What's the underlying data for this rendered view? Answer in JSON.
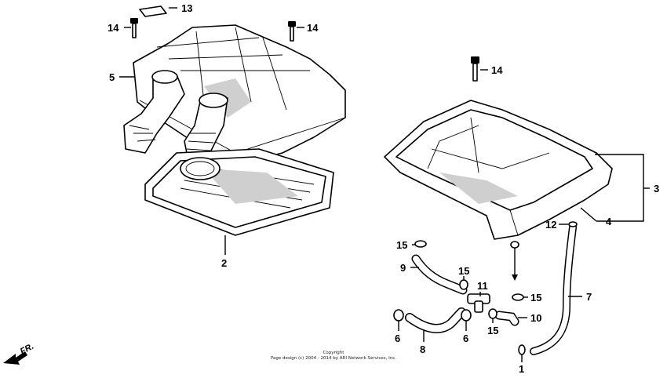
{
  "callouts": {
    "c1": "1",
    "c3": "3",
    "c4": "4",
    "c5": "5",
    "c2": "2",
    "c6a": "6",
    "c6b": "6",
    "c7": "7",
    "c8": "8",
    "c9": "9",
    "c10": "10",
    "c11": "11",
    "c12": "12",
    "c13": "13",
    "c14a": "14",
    "c14b": "14",
    "c14c": "14",
    "c15a": "15",
    "c15b": "15",
    "c15c": "15",
    "c15d": "15"
  },
  "direction_label": "FR.",
  "copyright": {
    "line1": "Copyright",
    "line2": "Page design (c) 2004 - 2014 by ARI Network Services, Inc."
  }
}
